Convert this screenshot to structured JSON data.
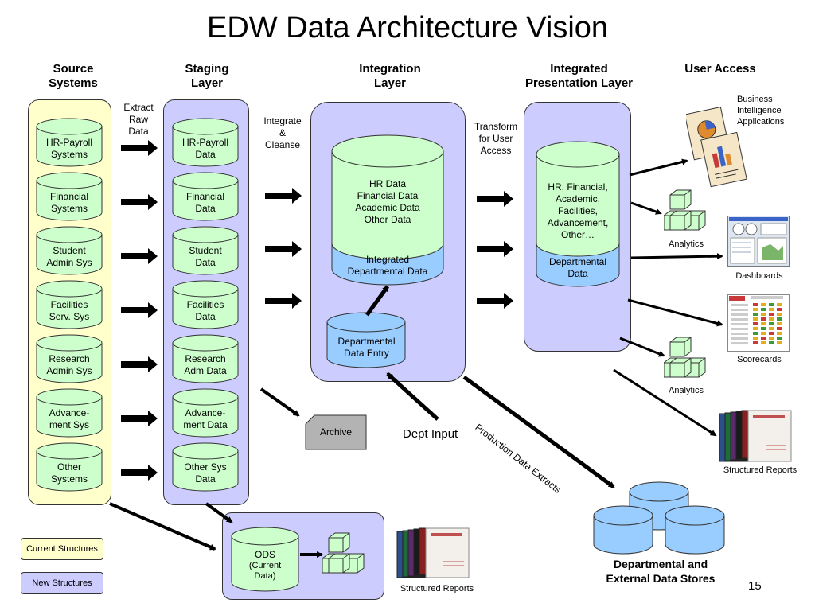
{
  "title": "EDW Data Architecture Vision",
  "columns": {
    "source": "Source\nSystems",
    "staging": "Staging\nLayer",
    "integration": "Integration\nLayer",
    "presentation": "Integrated\nPresentation Layer",
    "user_access": "User Access"
  },
  "source_systems": [
    "HR-Payroll\nSystems",
    "Financial\nSystems",
    "Student\nAdmin Sys",
    "Facilities\nServ. Sys",
    "Research\nAdmin Sys",
    "Advance-\nment Sys",
    "Other\nSystems"
  ],
  "staging_data": [
    "HR-Payroll\nData",
    "Financial\nData",
    "Student\nData",
    "Facilities\nData",
    "Research\nAdm Data",
    "Advance-\nment Data",
    "Other Sys\nData"
  ],
  "labels": {
    "extract": "Extract\nRaw\nData",
    "integrate": "Integrate\n&\nCleanse",
    "transform": "Transform\nfor User\nAccess",
    "dept_input": "Dept Input",
    "production_extracts": "Production Data Extracts",
    "archive": "Archive",
    "page_number": "15"
  },
  "integration": {
    "top": "HR Data\nFinancial Data\nAcademic Data\nOther Data",
    "bottom": "Integrated\nDepartmental Data",
    "entry": "Departmental\nData Entry"
  },
  "presentation": {
    "top": "HR, Financial,\nAcademic,\nFacilities,\nAdvancement,\nOther…",
    "bottom": "Departmental\nData"
  },
  "ods": {
    "label": "ODS",
    "sub": "(Current\nData)"
  },
  "user_access": {
    "bi": "Business\nIntelligence\nApplications",
    "analytics1": "Analytics",
    "dashboards": "Dashboards",
    "scorecards": "Scorecards",
    "analytics2": "Analytics",
    "structured_reports": "Structured Reports"
  },
  "bottom_reports": "Structured Reports",
  "data_stores": "Departmental and\nExternal Data Stores",
  "legend": {
    "current": "Current Structures",
    "new": "New Structures"
  },
  "colors": {
    "yellow": "#ffffcc",
    "purple": "#ccccff",
    "green": "#ccffcc",
    "blue": "#99ccff",
    "archive": "#b3b3b3"
  }
}
